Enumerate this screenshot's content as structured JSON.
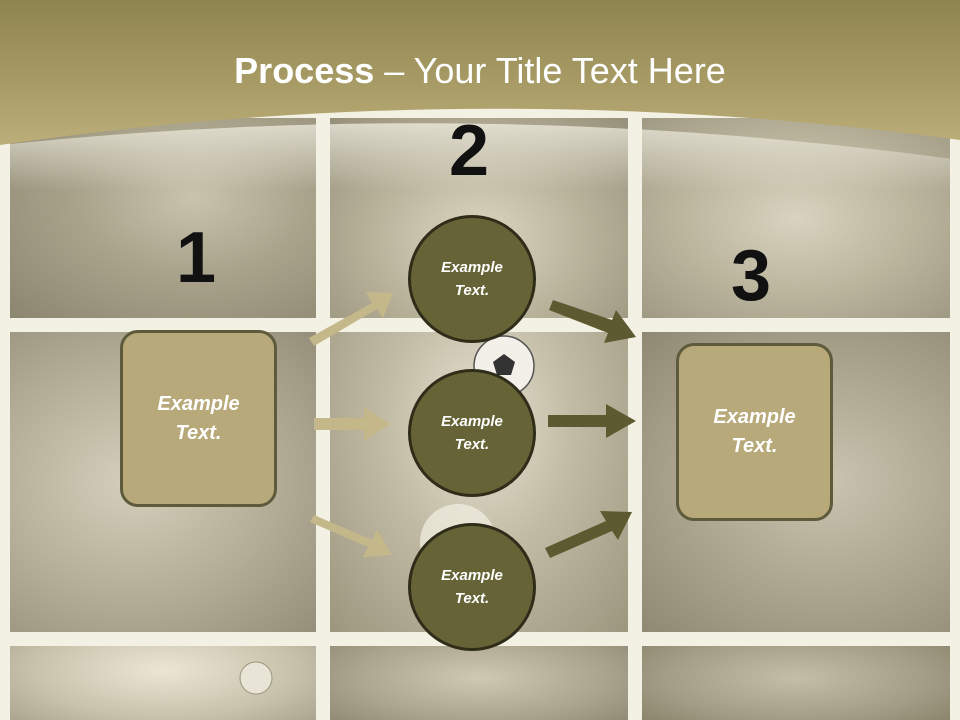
{
  "slide": {
    "title_bold": "Process",
    "title_rest": " – Your Title Text Here",
    "steps": [
      "1",
      "2",
      "3"
    ],
    "box_left_text": [
      "Example",
      "Text."
    ],
    "box_right_text": [
      "Example",
      "Text."
    ],
    "circles": [
      [
        "Example",
        "Text."
      ],
      [
        "Example",
        "Text."
      ],
      [
        "Example",
        "Text."
      ]
    ]
  },
  "colors": {
    "header_band": "#a89b66",
    "box_fill": "#b8a97a",
    "circle_fill": "#666436",
    "light_arrow": "#c4b78a",
    "dark_arrow": "#5d5a32"
  }
}
